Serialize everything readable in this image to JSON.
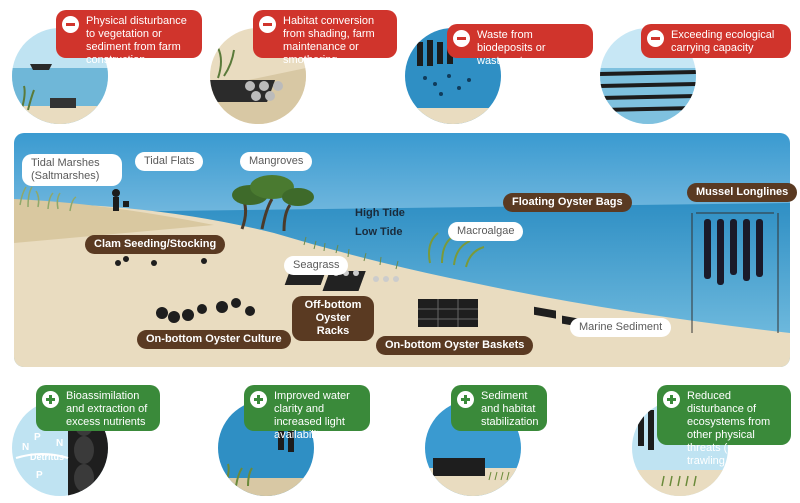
{
  "negative_impacts": [
    {
      "text": "Physical disturbance to vegetation or sediment from farm construction",
      "icon": "minus-icon"
    },
    {
      "text": "Habitat conversion from shading, farm maintenance or smothering",
      "icon": "minus-icon"
    },
    {
      "text": "Waste from biodeposits or wastewater",
      "icon": "minus-icon"
    },
    {
      "text": "Exceeding ecological carrying capacity",
      "icon": "minus-icon"
    }
  ],
  "positive_impacts": [
    {
      "text": "Bioassimilation and extraction of excess nutrients",
      "icon": "plus-icon"
    },
    {
      "text": "Improved water clarity and increased light availability",
      "icon": "plus-icon"
    },
    {
      "text": "Sediment and habitat stabilization",
      "icon": "plus-icon"
    },
    {
      "text": "Reduced disturbance of ecosystems from other physical threats (e.g. trawling, mining)",
      "icon": "plus-icon"
    }
  ],
  "nutrient_circle": {
    "p1": "P",
    "n1": "N",
    "n2": "N",
    "p2": "P",
    "detritus": "Detritus"
  },
  "habitats": {
    "tidal_marshes": "Tidal Marshes (Saltmarshes)",
    "tidal_flats": "Tidal Flats",
    "mangroves": "Mangroves",
    "seagrass": "Seagrass",
    "macroalgae": "Macroalgae",
    "marine_sediment": "Marine Sediment",
    "high_tide": "High Tide",
    "low_tide": "Low Tide"
  },
  "practices": {
    "clam_seeding": "Clam Seeding/Stocking",
    "on_bottom_oyster_culture": "On-bottom Oyster Culture",
    "off_bottom_oyster_racks": "Off-bottom Oyster Racks",
    "on_bottom_oyster_baskets": "On-bottom Oyster Baskets",
    "floating_oyster_bags": "Floating Oyster Bags",
    "mussel_longlines": "Mussel Longlines"
  },
  "colors": {
    "negative": "#d0342c",
    "positive": "#3a8a3a",
    "practice_label": "#5a3a22",
    "water": "#2f8fc4",
    "sand": "#e9dcc0"
  }
}
